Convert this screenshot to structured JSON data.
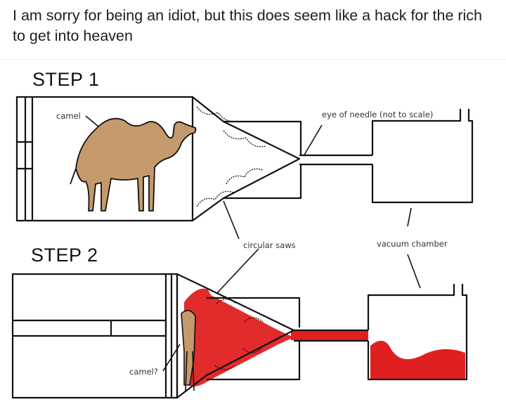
{
  "post": {
    "caption": "I am sorry for being an idiot, but this does seem like a hack for the rich to get into heaven"
  },
  "diagram": {
    "step1": {
      "title": "STEP 1",
      "labels": {
        "camel": "camel",
        "eye_of_needle": "eye of needle (not to scale)",
        "circular_saws": "circular saws",
        "vacuum_chamber": "vacuum chamber"
      }
    },
    "step2": {
      "title": "STEP 2",
      "labels": {
        "camel": "camel?"
      }
    },
    "colors": {
      "camel": "#c49a6c",
      "blood": "#e02020",
      "line": "#111111"
    }
  }
}
